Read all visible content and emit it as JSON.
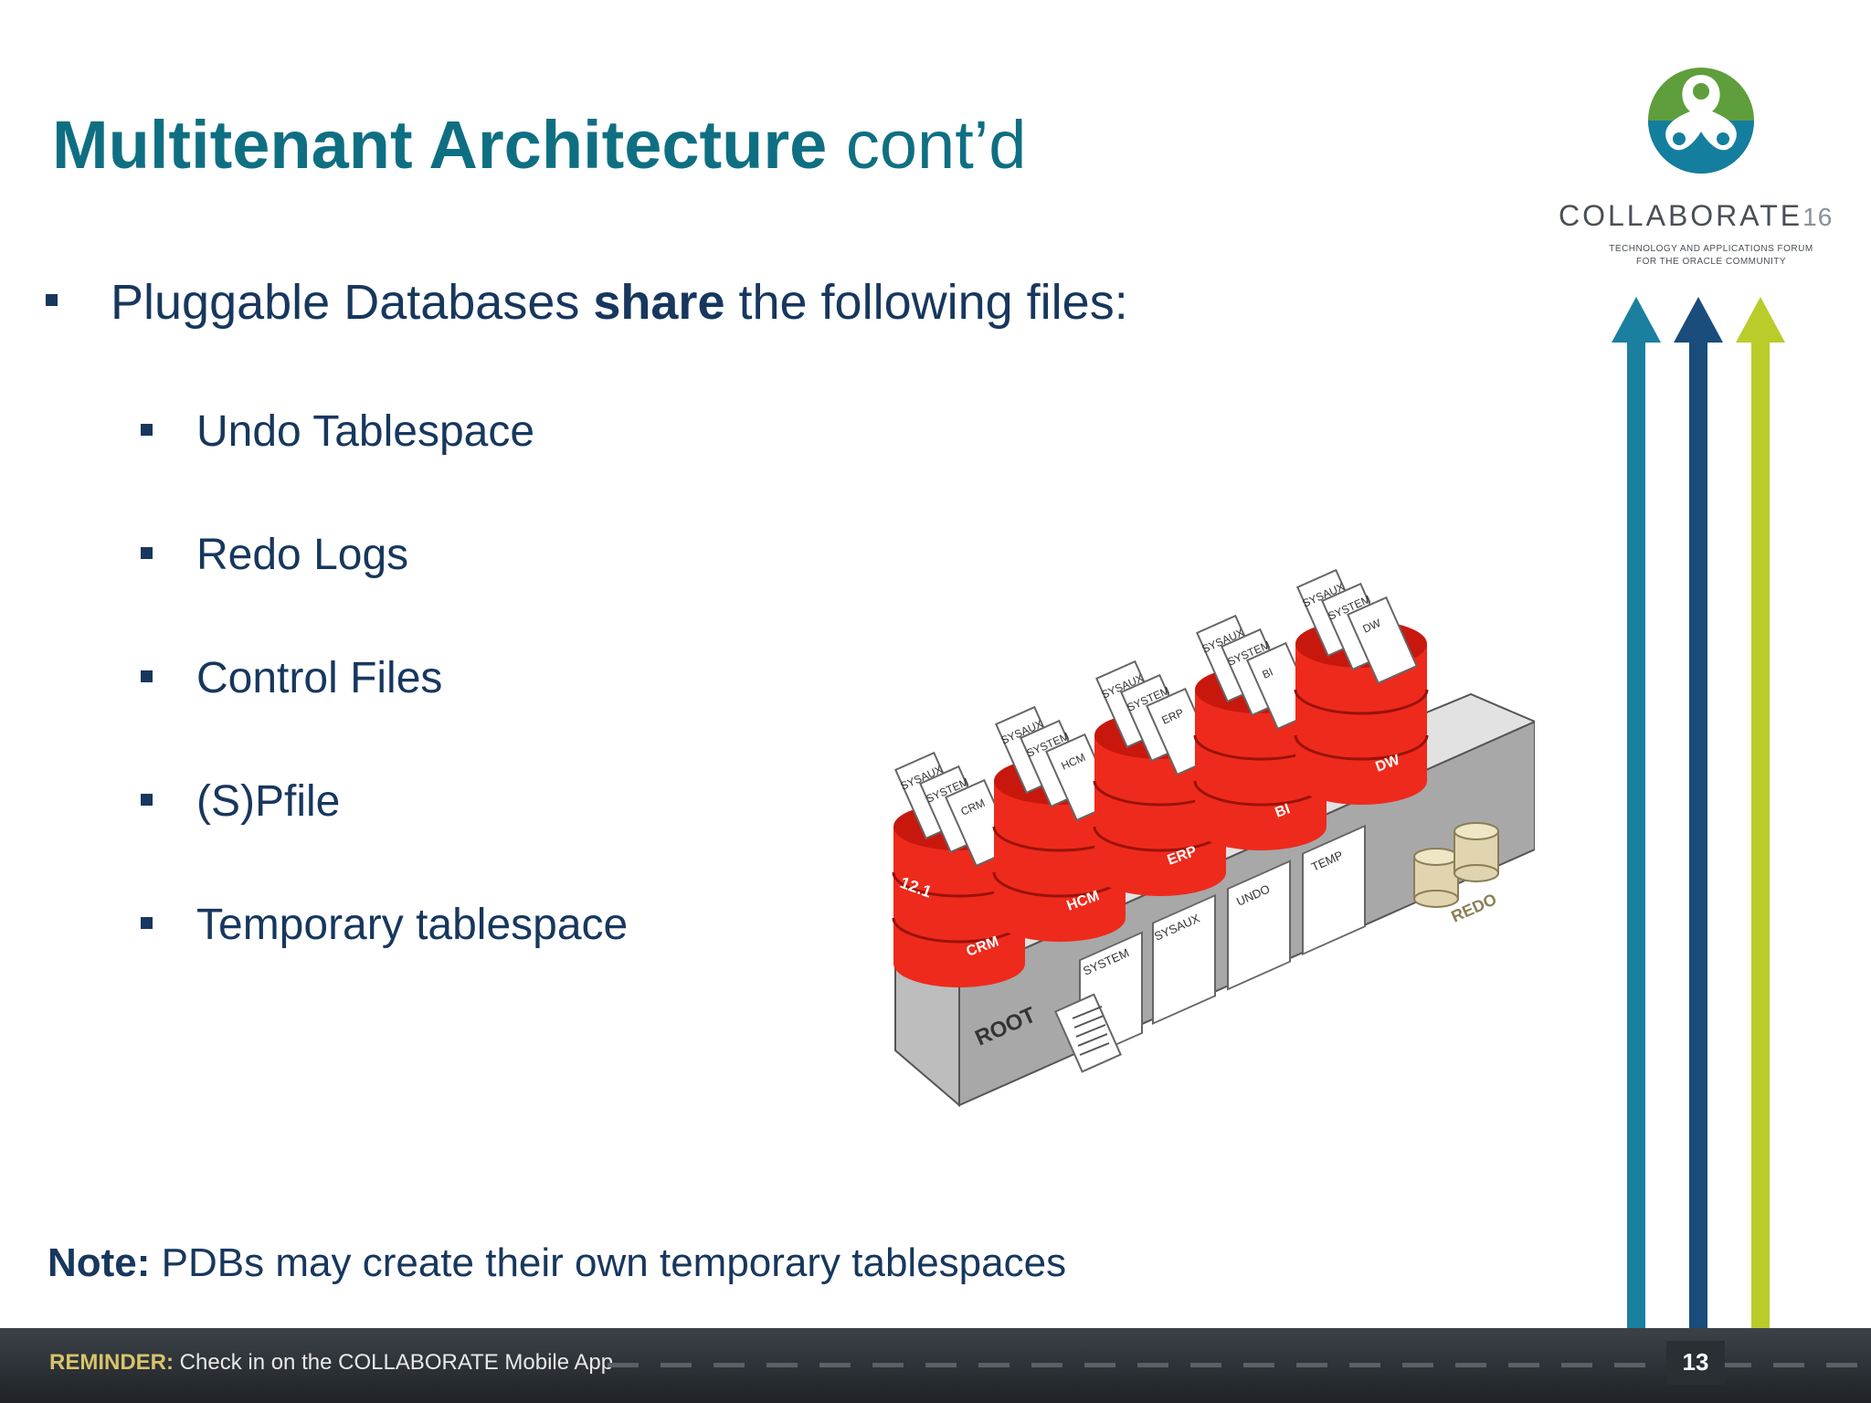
{
  "slide": {
    "title_bold": "Multitenant Architecture",
    "title_rest": " cont’d",
    "bullet_pre": "Pluggable Databases ",
    "bullet_bold": "share",
    "bullet_post": " the following files:",
    "sub_bullets": [
      "Undo Tablespace",
      "Redo Logs",
      "Control Files",
      "(S)Pfile",
      "Temporary  tablespace"
    ],
    "note_label": "Note:",
    "note_text": " PDBs may create their own temporary tablespaces"
  },
  "logo": {
    "wordmark": "COLLABORATE",
    "number": "16",
    "tagline_line1": "TECHNOLOGY AND APPLICATIONS FORUM",
    "tagline_line2": "FOR THE ORACLE COMMUNITY"
  },
  "diagram": {
    "root_label": "ROOT",
    "version_label": "12.1",
    "pdbs": [
      {
        "name": "CRM",
        "files": [
          "SYSAUX",
          "SYSTEM",
          "CRM"
        ]
      },
      {
        "name": "HCM",
        "files": [
          "SYSAUX",
          "SYSTEM",
          "HCM"
        ]
      },
      {
        "name": "ERP",
        "files": [
          "SYSAUX",
          "SYSTEM",
          "ERP"
        ]
      },
      {
        "name": "BI",
        "files": [
          "SYSAUX",
          "SYSTEM",
          "BI"
        ]
      },
      {
        "name": "DW",
        "files": [
          "SYSAUX",
          "SYSTEM",
          "DW"
        ]
      }
    ],
    "root_files": [
      "SYSTEM",
      "SYSAUX",
      "UNDO",
      "TEMP"
    ],
    "redo_label": "REDO"
  },
  "footer": {
    "reminder_label": "REMINDER:",
    "reminder_text": " Check in on the COLLABORATE Mobile App",
    "page_number": "13"
  },
  "colors": {
    "title": "#0f6f82",
    "text": "#17375e",
    "pdb_red": "#ee2a1c",
    "arrow_teal": "#1b7fa0",
    "arrow_navy": "#1a4c7c",
    "arrow_lime": "#b9cc2a"
  }
}
